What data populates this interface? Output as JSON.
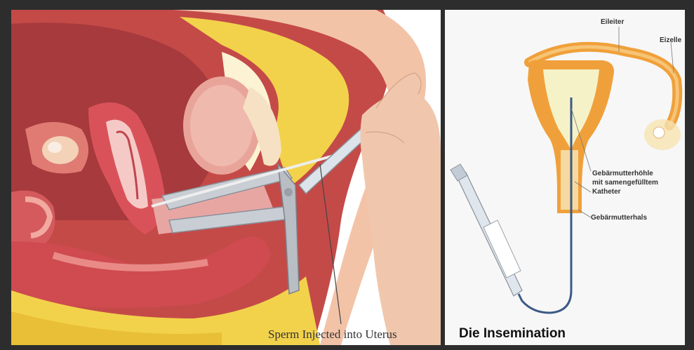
{
  "left_panel": {
    "caption": "Sperm Injected into Uterus"
  },
  "right_panel": {
    "title": "Die Insemination",
    "labels": {
      "eileiter": "Eileiter",
      "eizelle": "Eizelle",
      "cavity_line1": "Gebärmutterhöhle",
      "cavity_line2": "mit samengefülltem",
      "katheter": "Katheter",
      "cervix": "Gebärmutterhals"
    }
  },
  "colors": {
    "tissue": "#c9464a",
    "tissue_light": "#e9a49a",
    "fat_yellow": "#f2d24b",
    "skin": "#f3c3a8",
    "uterus_orange": "#f0a03a",
    "catheter": "#3b5a86"
  }
}
